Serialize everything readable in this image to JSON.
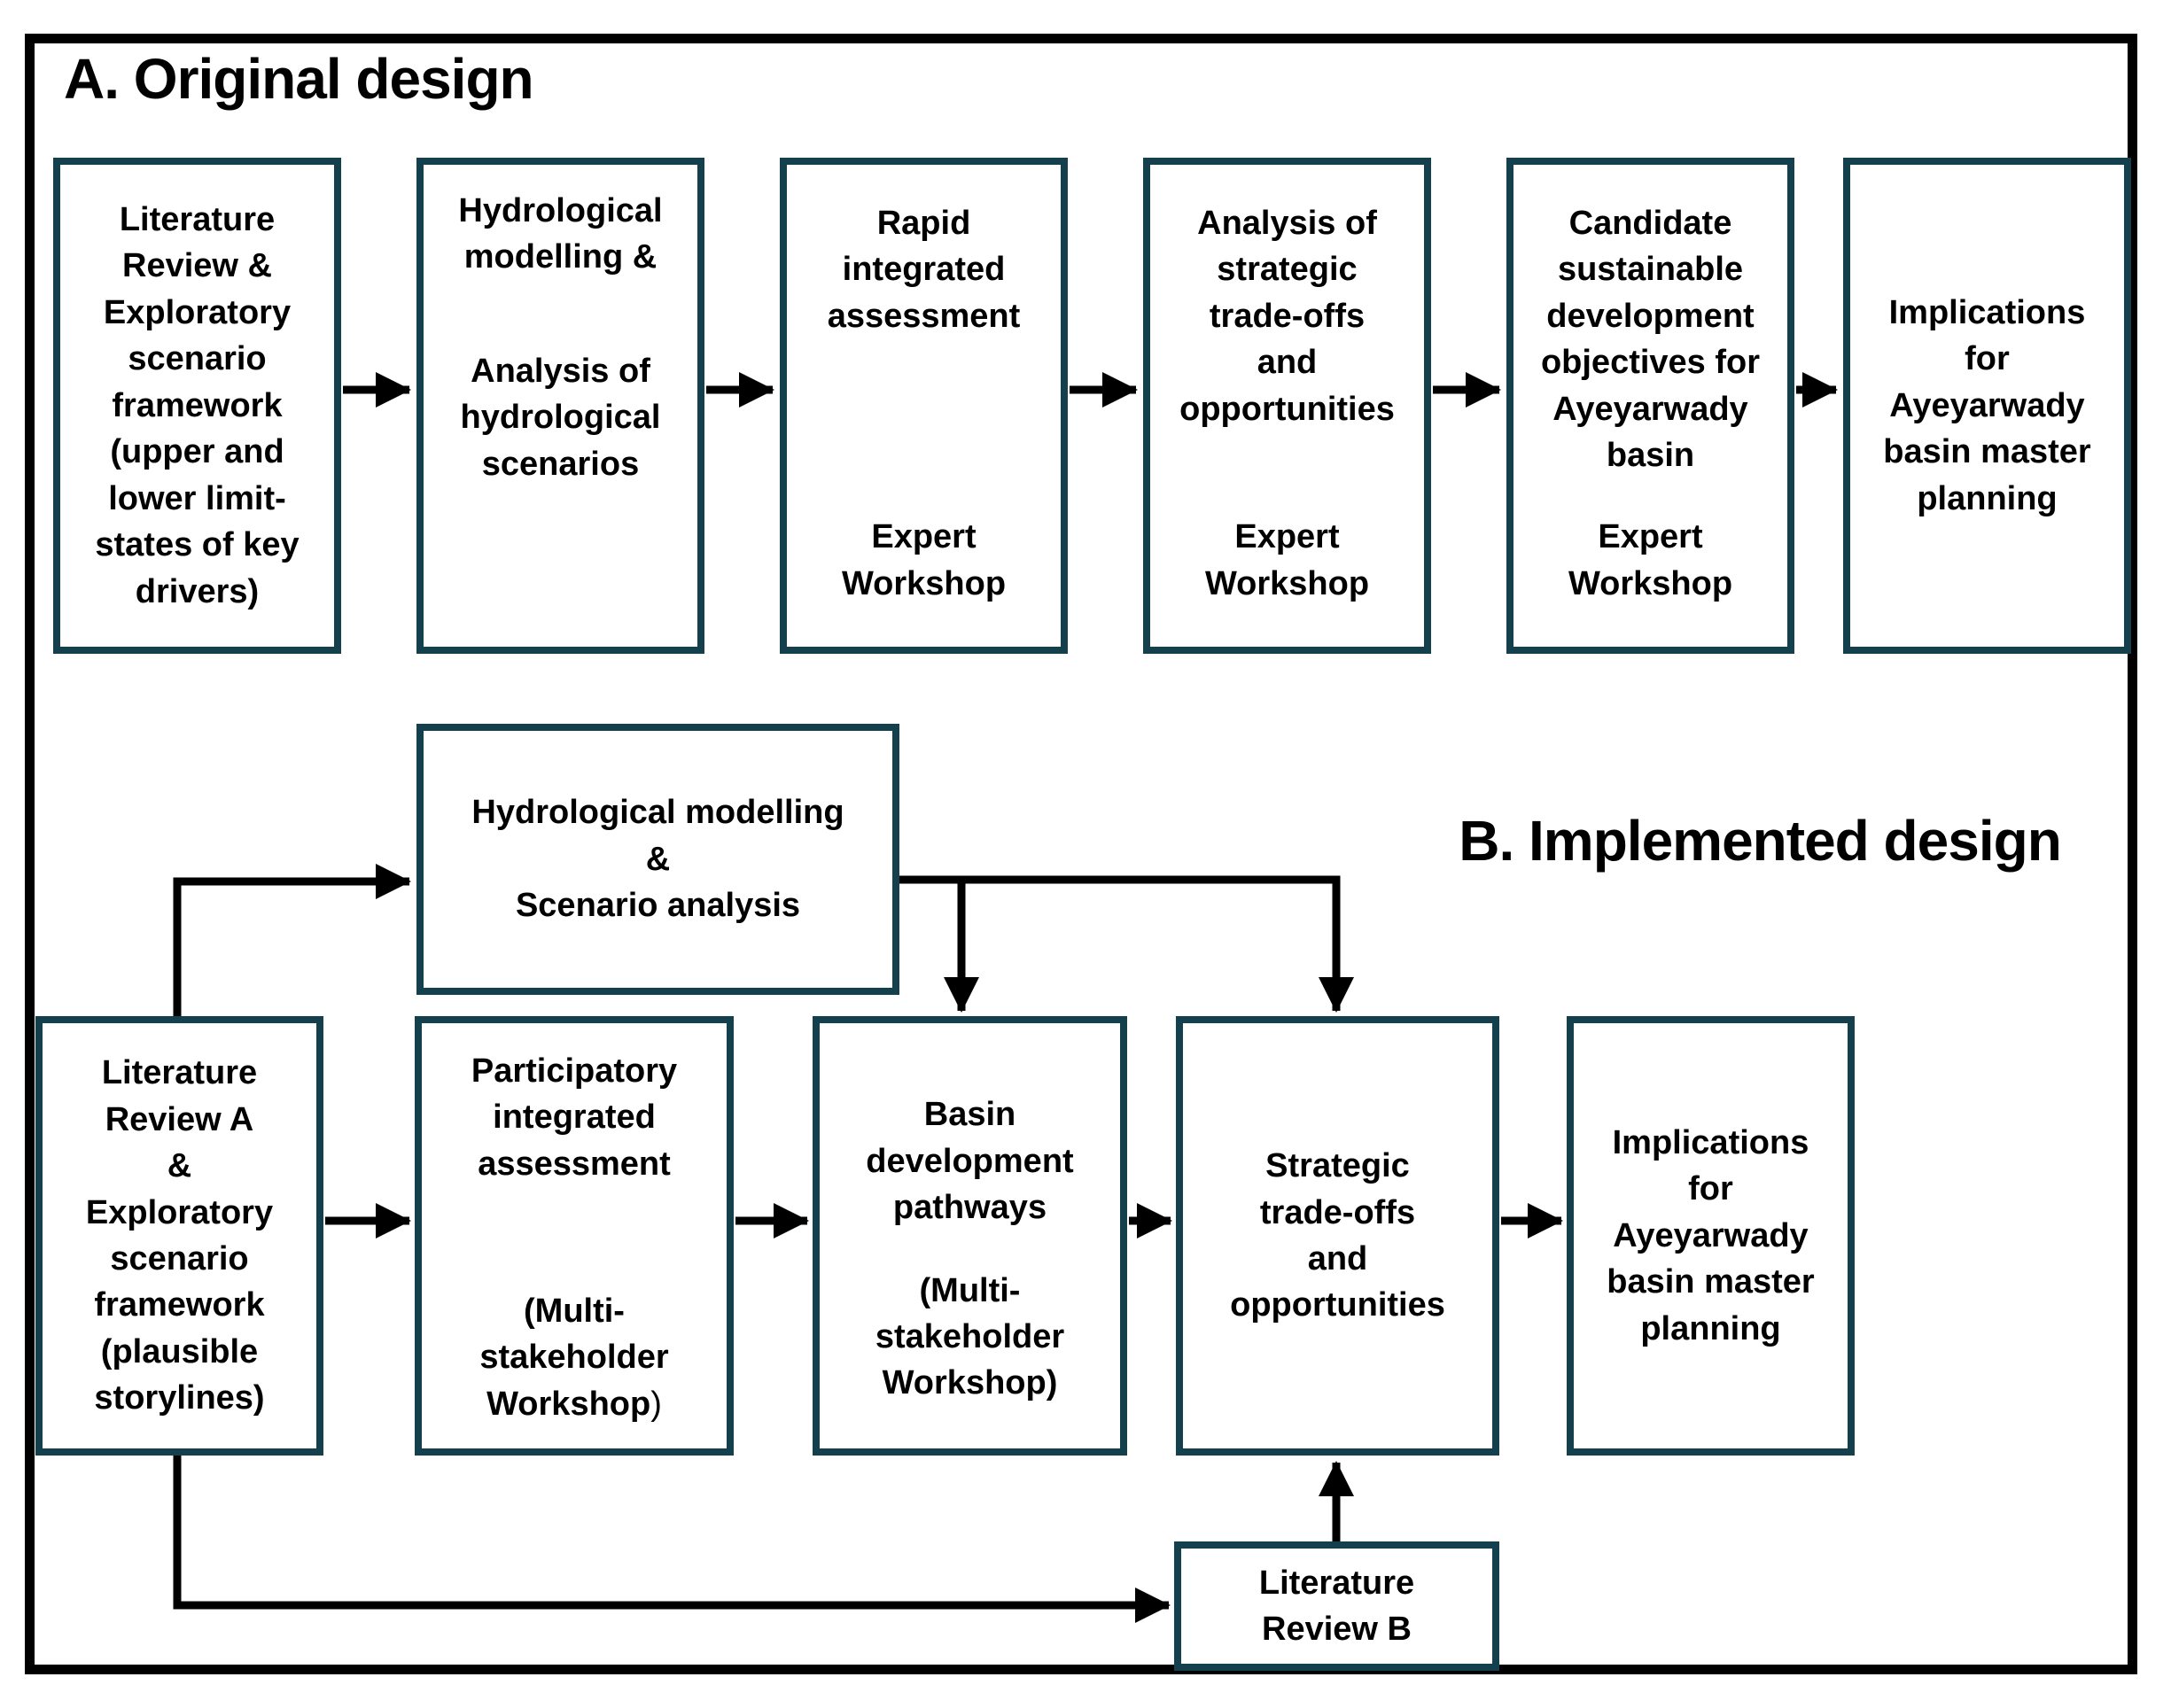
{
  "colors": {
    "background": "#ffffff",
    "frame_border": "#000000",
    "box_border": "#14404e",
    "box_fill": "#ffffff",
    "arrow": "#000000",
    "text": "#000000"
  },
  "section_a": {
    "title": "A. Original design",
    "boxes": [
      {
        "main": "Literature\nReview &\nExploratory\nscenario\nframework\n(upper and\nlower limit-\nstates of key\ndrivers)"
      },
      {
        "main": "Hydrological\nmodelling &",
        "sub": "Analysis of\nhydrological\nscenarios"
      },
      {
        "main": "Rapid\nintegrated\nassessment",
        "sub": "Expert\nWorkshop"
      },
      {
        "main": "Analysis of\nstrategic\ntrade-offs\nand\nopportunities",
        "sub": "Expert\nWorkshop"
      },
      {
        "main": "Candidate\nsustainable\ndevelopment\nobjectives for\nAyeyarwady\nbasin",
        "sub": "Expert\nWorkshop"
      },
      {
        "main": "Implications\nfor\nAyeyarwady\nbasin master\nplanning"
      }
    ]
  },
  "section_b": {
    "title": "B. Implemented design",
    "hydrology_box": {
      "main": "Hydrological modelling\n&\nScenario analysis"
    },
    "boxes": [
      {
        "main": "Literature\nReview A\n&\nExploratory\nscenario\nframework\n(plausible\nstorylines)"
      },
      {
        "main": "Participatory\nintegrated\nassessment",
        "sub": "(Multi-\nstakeholder\nWorkshop",
        "sub_paren": ")"
      },
      {
        "main": "Basin\ndevelopment\npathways",
        "sub": "(Multi-\nstakeholder\nWorkshop)"
      },
      {
        "main": "Strategic\ntrade-offs\nand\nopportunities"
      },
      {
        "main": "Implications\nfor\nAyeyarwady\nbasin master\nplanning"
      }
    ],
    "literature_review_b": {
      "main": "Literature\nReview B"
    }
  }
}
